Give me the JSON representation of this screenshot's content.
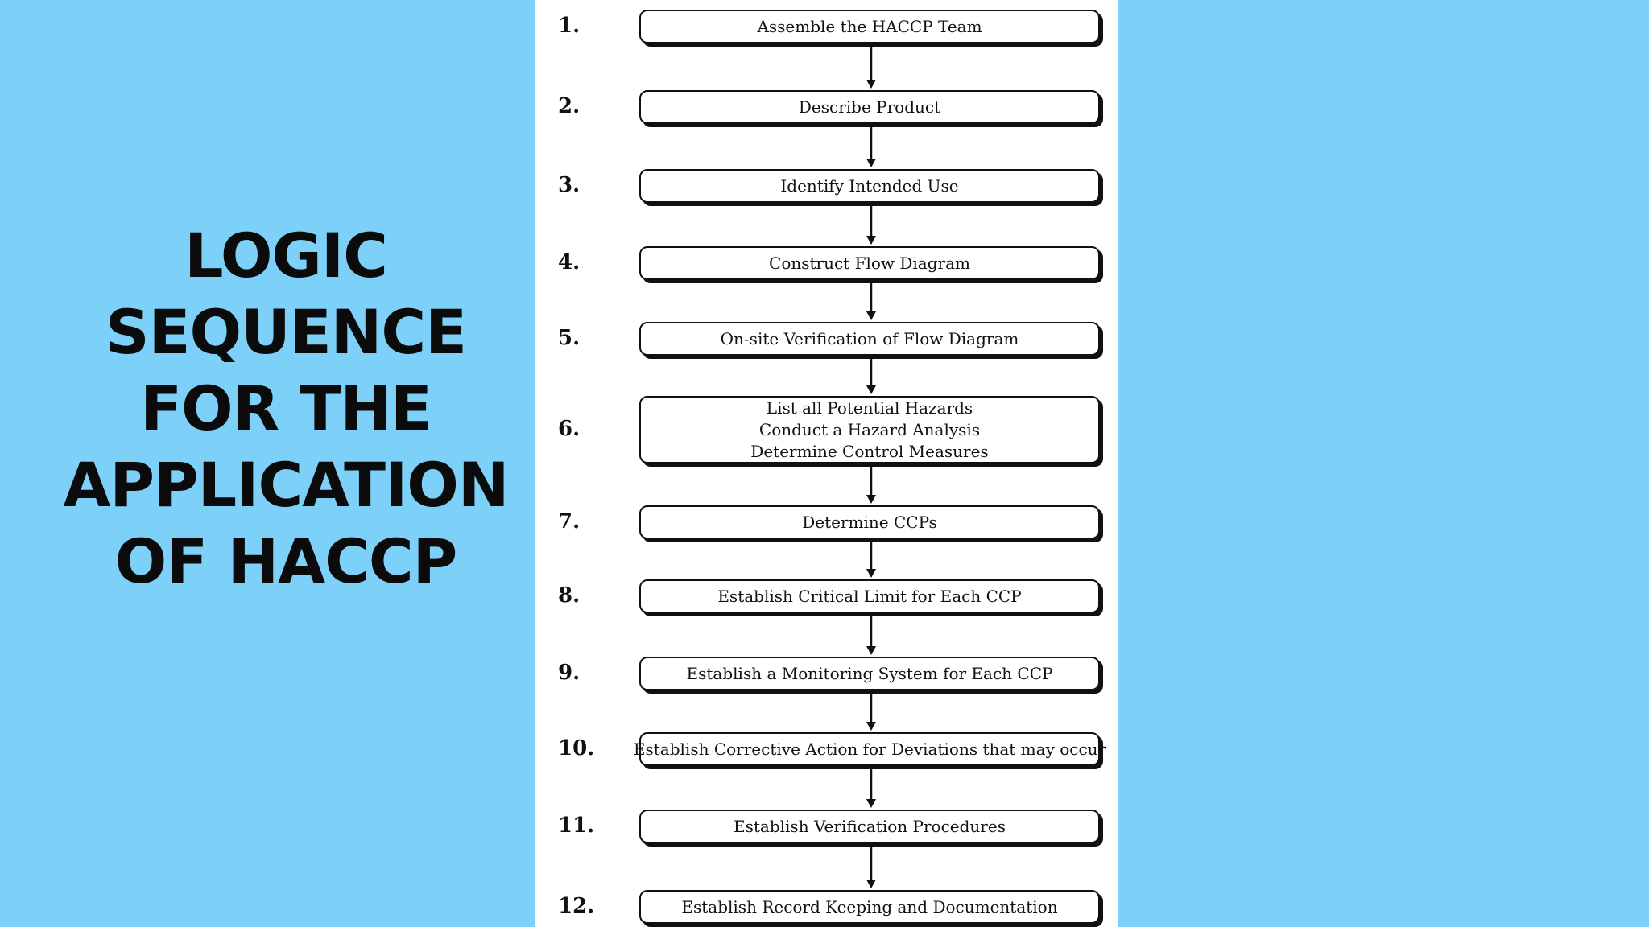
{
  "heading": {
    "lines": [
      "LOGIC",
      "SEQUENCE",
      "FOR THE",
      "APPLICATION",
      "OF HACCP"
    ]
  },
  "colors": {
    "background": "#7dd0f7",
    "panel": "#ffffff",
    "ink": "#111111"
  },
  "steps": [
    {
      "number": "1.",
      "lines": [
        "Assemble the HACCP Team"
      ]
    },
    {
      "number": "2.",
      "lines": [
        "Describe Product"
      ]
    },
    {
      "number": "3.",
      "lines": [
        "Identify Intended Use"
      ]
    },
    {
      "number": "4.",
      "lines": [
        "Construct Flow Diagram"
      ]
    },
    {
      "number": "5.",
      "lines": [
        "On-site Verification of Flow Diagram"
      ]
    },
    {
      "number": "6.",
      "lines": [
        "List all Potential Hazards",
        "Conduct a Hazard Analysis",
        "Determine Control Measures"
      ]
    },
    {
      "number": "7.",
      "lines": [
        "Determine CCPs"
      ]
    },
    {
      "number": "8.",
      "lines": [
        "Establish Critical Limit for Each CCP"
      ]
    },
    {
      "number": "9.",
      "lines": [
        "Establish a Monitoring System for Each CCP"
      ]
    },
    {
      "number": "10.",
      "lines": [
        "Establish Corrective Action for Deviations that may occur"
      ]
    },
    {
      "number": "11.",
      "lines": [
        "Establish Verification Procedures"
      ]
    },
    {
      "number": "12.",
      "lines": [
        "Establish Record Keeping and Documentation"
      ]
    }
  ]
}
